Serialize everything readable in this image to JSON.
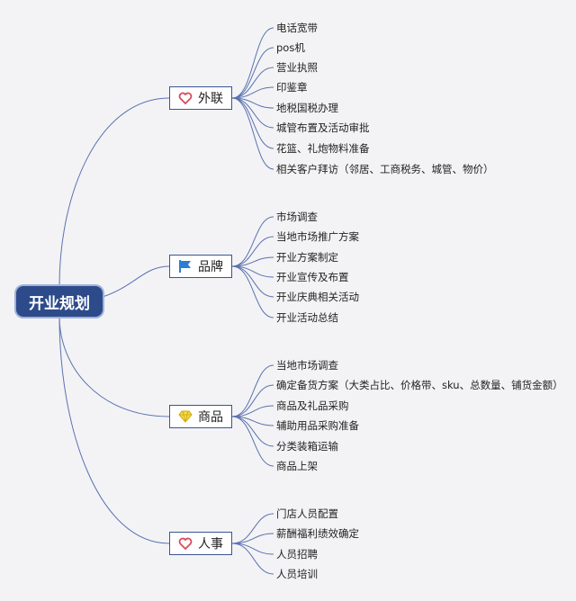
{
  "root": "开业规划",
  "branches": [
    {
      "label": "外联",
      "icon": "heart-icon",
      "icon_color": "#d94a5a",
      "leaves": [
        "电话宽带",
        "pos机",
        "营业执照",
        "印鉴章",
        "地税国税办理",
        "城管布置及活动审批",
        "花篮、礼炮物料准备",
        "相关客户拜访（邻居、工商税务、城管、物价）"
      ]
    },
    {
      "label": "品牌",
      "icon": "flag-icon",
      "icon_color": "#2a7fd4",
      "leaves": [
        "市场调查",
        "当地市场推广方案",
        "开业方案制定",
        "开业宣传及布置",
        "开业庆典相关活动",
        "开业活动总结"
      ]
    },
    {
      "label": "商品",
      "icon": "diamond-icon",
      "icon_color": "#e8c21a",
      "leaves": [
        "当地市场调查",
        "确定备货方案（大类占比、价格带、sku、总数量、铺货金额）",
        "商品及礼品采购",
        "辅助用品采购准备",
        "分类装箱运输",
        "商品上架"
      ]
    },
    {
      "label": "人事",
      "icon": "heart-icon",
      "icon_color": "#d94a5a",
      "leaves": [
        "门店人员配置",
        "薪酬福利绩效确定",
        "人员招聘",
        "人员培训"
      ]
    }
  ]
}
